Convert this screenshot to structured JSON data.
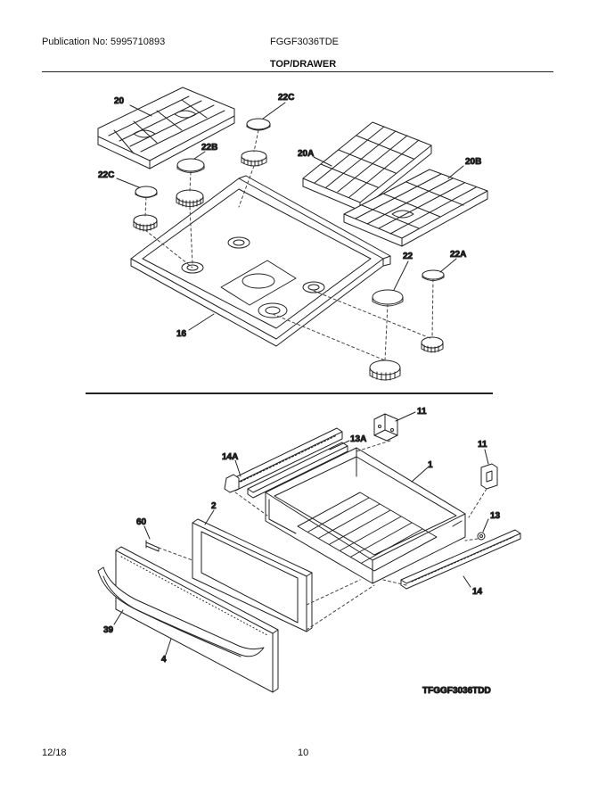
{
  "header": {
    "publication": "Publication No: 5995710893",
    "model": "FGGF3036TDE",
    "section_title": "TOP/DRAWER"
  },
  "callouts": {
    "grate_left": "20",
    "cap_top": "22C",
    "cap_left_b": "22B",
    "cap_left_c": "22C",
    "grate_mid": "20A",
    "grate_right": "20B",
    "cap_large": "22",
    "cap_right": "22A",
    "cooktop": "16",
    "bracket_top": "11",
    "rail_front_label": "13A",
    "rail_left": "14A",
    "drawer_body": "1",
    "bracket_right": "11",
    "panel": "2",
    "screw": "60",
    "roller": "13",
    "handle": "39",
    "front": "4",
    "rail_right": "14"
  },
  "drawing_id": "TFGGF3036TDD",
  "footer": {
    "date": "12/18",
    "page": "10"
  }
}
